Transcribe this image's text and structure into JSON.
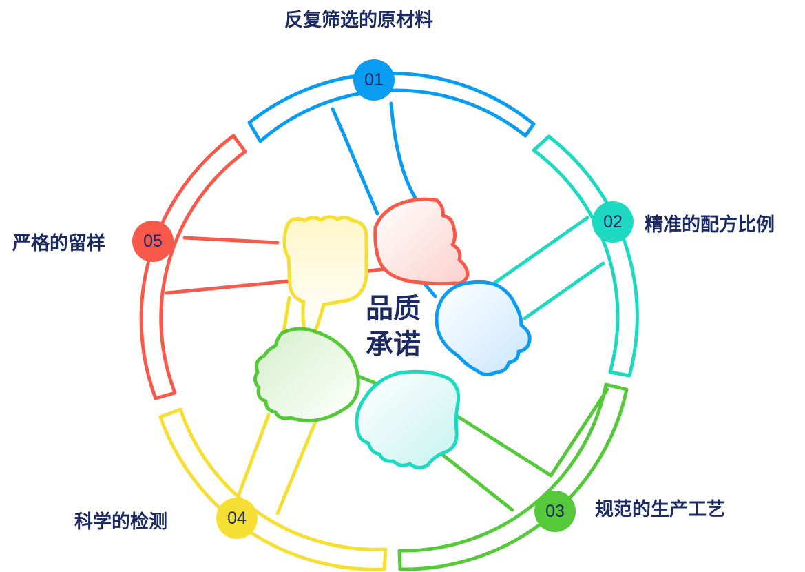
{
  "center": {
    "line1": "品质",
    "line2": "承诺"
  },
  "items": [
    {
      "number": "01",
      "label": "反复筛选的原材料",
      "color": "#0a9cf0"
    },
    {
      "number": "02",
      "label": "精准的配方比例",
      "color": "#1ed9c1"
    },
    {
      "number": "03",
      "label": "规范的生产工艺",
      "color": "#55c93a"
    },
    {
      "number": "04",
      "label": "科学的检测",
      "color": "#f6df34"
    },
    {
      "number": "05",
      "label": "严格的留样",
      "color": "#f75a4a"
    }
  ],
  "icons": [
    "fist-icon",
    "fist-icon",
    "fist-icon",
    "fist-icon",
    "fist-icon"
  ]
}
